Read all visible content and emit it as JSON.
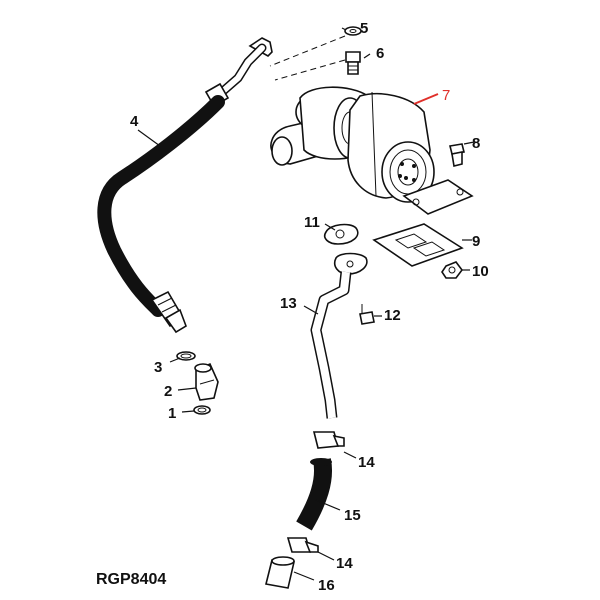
{
  "figure_code": "RGP8404",
  "callouts": {
    "c1": "1",
    "c2": "2",
    "c3": "3",
    "c4": "4",
    "c5": "5",
    "c6": "6",
    "c7": "7",
    "c8": "8",
    "c9": "9",
    "c10": "10",
    "c11": "11",
    "c12": "12",
    "c13": "13",
    "c14a": "14",
    "c14b": "14",
    "c15": "15",
    "c16": "16"
  },
  "colors": {
    "highlight_leader": "#e0302a",
    "ink": "#111111"
  }
}
